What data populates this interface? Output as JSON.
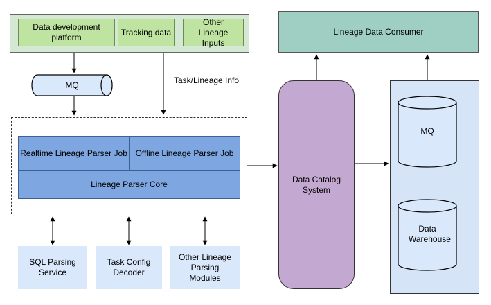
{
  "sources": {
    "items": [
      {
        "label": "Data development platform"
      },
      {
        "label": "Tracking data"
      },
      {
        "label": "Other Lineage Inputs"
      }
    ]
  },
  "mq_pipe": {
    "label": "MQ"
  },
  "task_lineage_label": "Task/Lineage Info",
  "parser": {
    "realtime_job": "Realtime Lineage Parser Job",
    "offline_job": "Offline Lineage Parser Job",
    "core": "Lineage Parser Core"
  },
  "modules": [
    {
      "label": "SQL Parsing Service"
    },
    {
      "label": "Task Config Decoder"
    },
    {
      "label": "Other Lineage Parsing Modules"
    }
  ],
  "catalog": {
    "label": "Data Catalog System"
  },
  "consumer": {
    "label": "Lineage Data Consumer"
  },
  "storage": {
    "mq": "MQ",
    "warehouse": "Data Warehouse"
  }
}
